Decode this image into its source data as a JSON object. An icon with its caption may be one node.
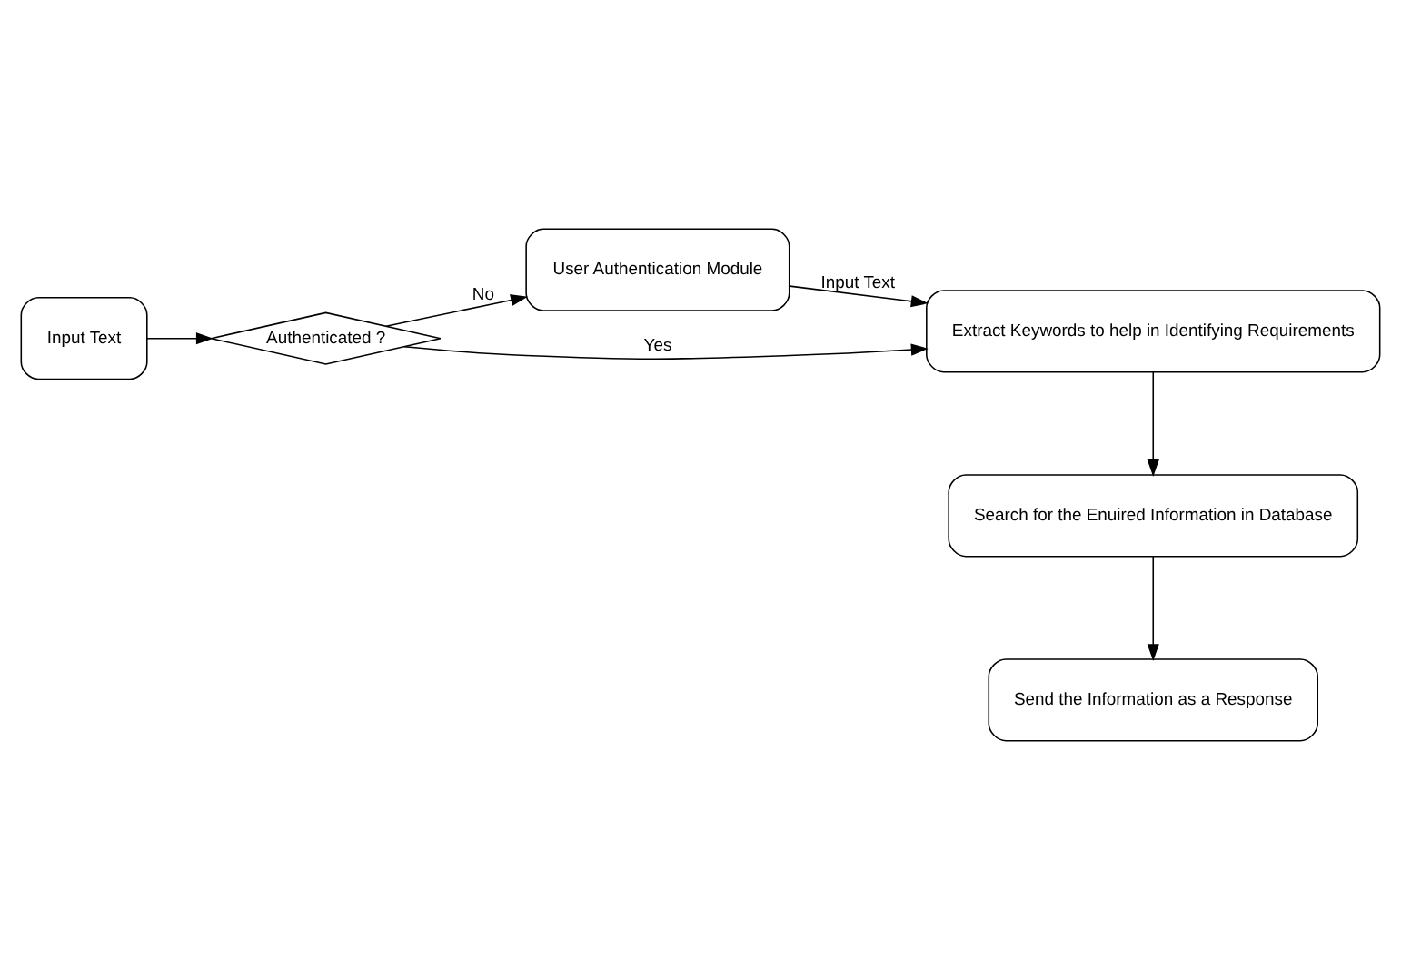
{
  "diagram": {
    "nodes": [
      {
        "text": [
          "Input Text"
        ]
      },
      {
        "text": [
          "Authenticated ?"
        ]
      },
      {
        "text": [
          "User Authentication Module"
        ]
      },
      {
        "text": [
          "Extract Keywords to help in Identifying Requirements"
        ]
      },
      {
        "text": [
          "Search for the Enuired Information in Database"
        ]
      },
      {
        "text": [
          "Send the Information as a Response"
        ]
      }
    ],
    "edges": [
      {
        "from": 0,
        "to": 1,
        "arrow": "to"
      },
      {
        "from": 1,
        "to": 2,
        "arrow": "to",
        "label": "No"
      },
      {
        "from": 2,
        "to": 3,
        "arrow": "to",
        "label": "Input Text"
      },
      {
        "from": 1,
        "to": 3,
        "arrow": "to",
        "label": "Yes"
      },
      {
        "from": 3,
        "to": 4,
        "arrow": "to"
      },
      {
        "from": 4,
        "to": 5,
        "arrow": "to"
      }
    ]
  }
}
